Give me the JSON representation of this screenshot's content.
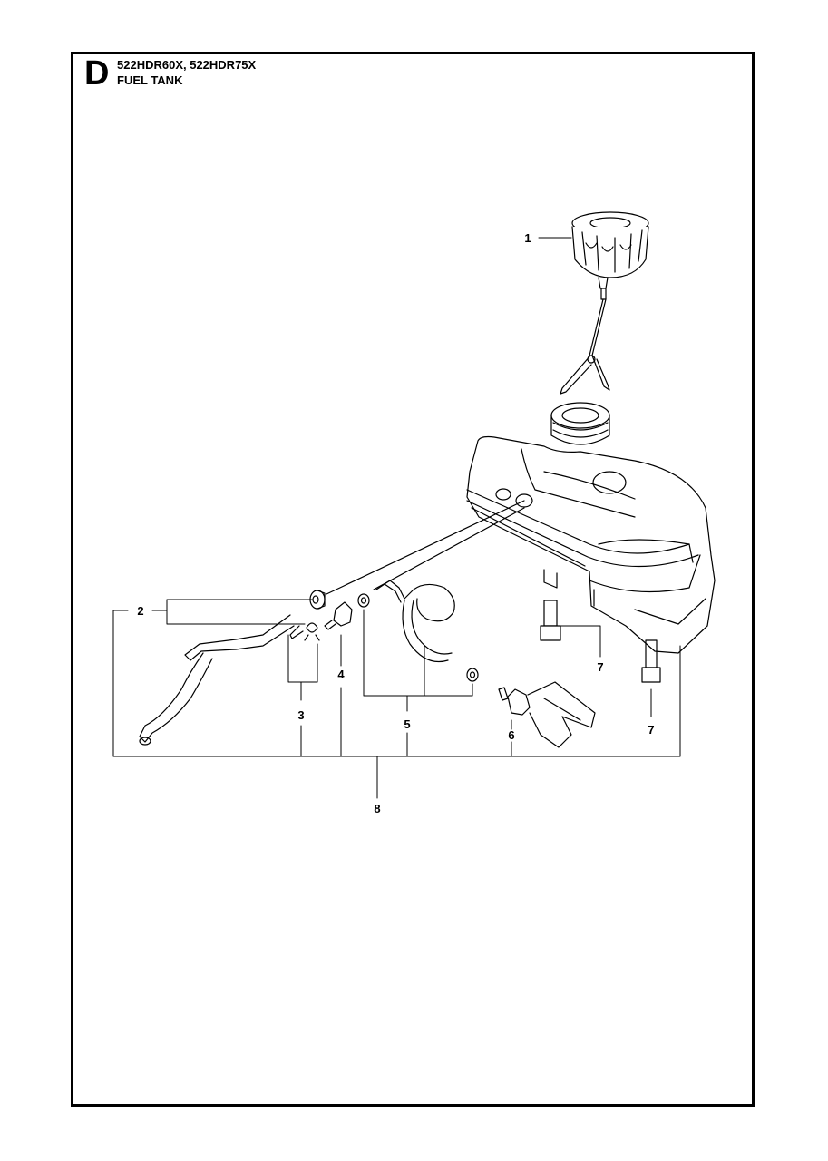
{
  "header": {
    "section_letter": "D",
    "models": "522HDR60X, 522HDR75X",
    "title": "FUEL TANK"
  },
  "callouts": [
    {
      "id": "c1",
      "label": "1",
      "part": "fuel-cap"
    },
    {
      "id": "c2",
      "label": "2",
      "part": "grommet"
    },
    {
      "id": "c3",
      "label": "3",
      "part": "fuel-hose-and-clamp"
    },
    {
      "id": "c4",
      "label": "4",
      "part": "valve"
    },
    {
      "id": "c5",
      "label": "5",
      "part": "hose-kit"
    },
    {
      "id": "c6",
      "label": "6",
      "part": "fuel-filter"
    },
    {
      "id": "c7a",
      "label": "7",
      "part": "screw"
    },
    {
      "id": "c7b",
      "label": "7",
      "part": "screw"
    },
    {
      "id": "c8",
      "label": "8",
      "part": "fuel-tank-assembly"
    }
  ]
}
